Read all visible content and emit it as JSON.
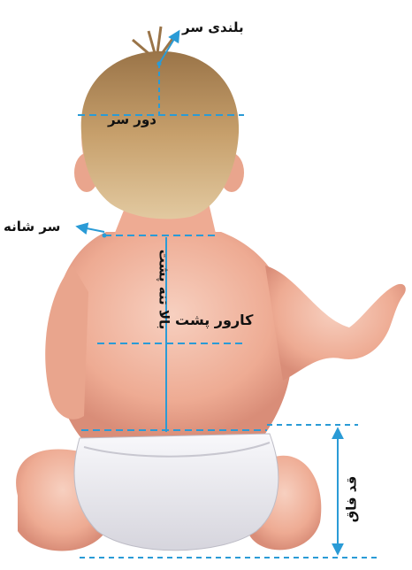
{
  "labels": {
    "head_height": "بلندی سر",
    "head_circumference": "دور سر",
    "shoulder": "سر شانه",
    "back_length": "بالا تنه پشت",
    "back_width": "کارور پشت",
    "diaper_height": "قد فاق"
  },
  "colors": {
    "measure_line": "#2a9bd6",
    "skin": "#f2b9a3",
    "hair": "#b89060",
    "diaper": "#ecebf0"
  }
}
